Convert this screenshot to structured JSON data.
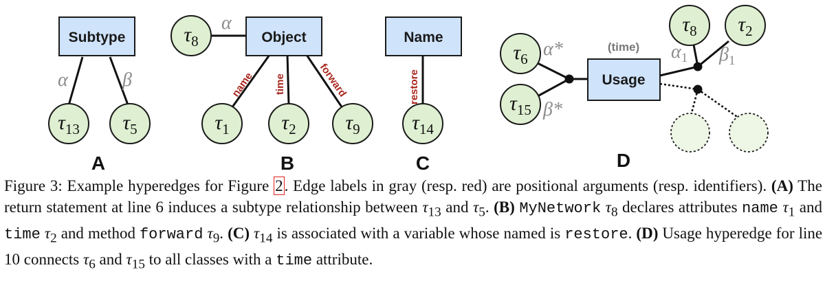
{
  "panels": {
    "A": {
      "box": "Subtype",
      "edges": [
        "α",
        "β"
      ],
      "nodes": [
        {
          "base": "τ",
          "sub": "13"
        },
        {
          "base": "τ",
          "sub": "5"
        }
      ],
      "letter": "A"
    },
    "B": {
      "box": "Object",
      "alpha": "α",
      "top_node": {
        "base": "τ",
        "sub": "8"
      },
      "edge_labels": [
        "name",
        "time",
        "forward"
      ],
      "nodes": [
        {
          "base": "τ",
          "sub": "1"
        },
        {
          "base": "τ",
          "sub": "2"
        },
        {
          "base": "τ",
          "sub": "9"
        }
      ],
      "letter": "B"
    },
    "C": {
      "box": "Name",
      "edge_label": "restore",
      "node": {
        "base": "τ",
        "sub": "14"
      },
      "letter": "C"
    },
    "D": {
      "box": "Usage",
      "time_label": "(time)",
      "left_nodes": [
        {
          "base": "τ",
          "sub": "6"
        },
        {
          "base": "τ",
          "sub": "15"
        }
      ],
      "left_labels": [
        "α*",
        "β*"
      ],
      "right_nodes": [
        {
          "base": "τ",
          "sub": "8"
        },
        {
          "base": "τ",
          "sub": "2"
        }
      ],
      "right_labels": [
        {
          "base": "α",
          "sub": "1"
        },
        {
          "base": "β",
          "sub": "1"
        }
      ],
      "letter": "D"
    }
  },
  "caption": {
    "fig": "Figure 3: Example hyperedges for Figure ",
    "fig_ref": "2",
    "intro": ". Edge labels in gray (resp. red) are positional arguments (resp. identifiers). ",
    "a_tag": "(A)",
    "a_text": " The return statement at line 6 induces a subtype relationship between ",
    "a_t1": "τ",
    "a_s1": "13",
    "and1": " and ",
    "a_t2": "τ",
    "a_s2": "5",
    "dot1": ". ",
    "b_tag": "(B)",
    "b_code1": "MyNetwork",
    "b_t1": "τ",
    "b_s1": "8",
    "b_text1": " declares attributes ",
    "b_code2": "name",
    "b_t2": "τ",
    "b_s2": "1",
    "b_text2": " and ",
    "b_code3": "time",
    "b_t3": "τ",
    "b_s3": "2",
    "b_text3": " and method ",
    "b_code4": "forward",
    "b_t4": "τ",
    "b_s4": "9",
    "dot2": ". ",
    "c_tag": "(C)",
    "c_t1": "τ",
    "c_s1": "14",
    "c_text": " is associated with a variable whose named is ",
    "c_code": "restore",
    "dot3": ". ",
    "d_tag": "(D)",
    "d_text1": " Usage hyperedge for line 10 connects ",
    "d_t1": "τ",
    "d_s1": "6",
    "d_and": " and ",
    "d_t2": "τ",
    "d_s2": "15",
    "d_text2": " to all classes with a ",
    "d_code": "time",
    "d_text3": " attribute."
  }
}
